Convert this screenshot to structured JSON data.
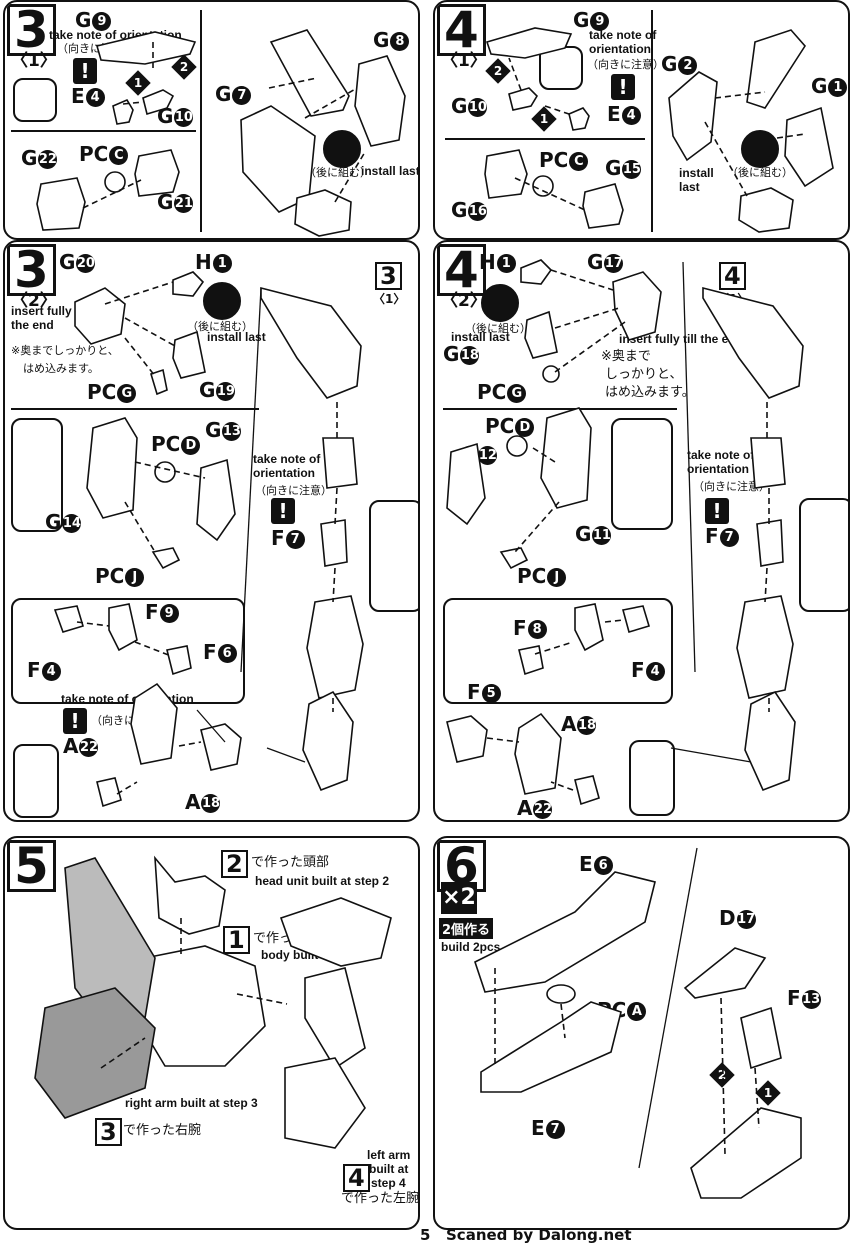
{
  "page": {
    "number": "5",
    "credit": "Scaned by Dalong.net"
  },
  "p1": {
    "step": "3",
    "sub": "〈1〉",
    "l_g9": "G",
    "n_g9": "9",
    "note_orient": "take note of orientation",
    "jp_orient": "（向きに注意）",
    "l_e4": "E",
    "n_e4": "4",
    "l_g10": "G",
    "n_g10": "10",
    "a1": "1",
    "a2": "2",
    "l_g8": "G",
    "n_g8": "8",
    "l_g7": "G",
    "n_g7": "7",
    "jp_last": "（後に組む）",
    "note_last": "install last",
    "l_g22": "G",
    "n_g22": "22",
    "l_pcc": "PC",
    "n_pcc": "C",
    "l_g21": "G",
    "n_g21": "21"
  },
  "p2": {
    "step": "4",
    "sub": "〈1〉",
    "l_g9": "G",
    "n_g9": "9",
    "note_orient": "take note of orientation",
    "jp_orient": "（向きに注意）",
    "l_e4": "E",
    "n_e4": "4",
    "l_g10": "G",
    "n_g10": "10",
    "a1": "1",
    "a2": "2",
    "l_g2": "G",
    "n_g2": "2",
    "l_g1": "G",
    "n_g1": "1",
    "note_last": "install last",
    "jp_last": "（後に組む）",
    "l_pcc": "PC",
    "n_pcc": "C",
    "l_g15": "G",
    "n_g15": "15",
    "l_g16": "G",
    "n_g16": "16"
  },
  "p3": {
    "step": "3",
    "sub": "〈2〉",
    "l_g20": "G",
    "n_g20": "20",
    "l_h1": "H",
    "n_h1": "1",
    "note_insert": "insert fully till the end",
    "jp_insert1": "※奥までしっかりと、",
    "jp_insert2": "はめ込みます。",
    "jp_last": "（後に組む）",
    "note_last": "install last",
    "l_pcg": "PC",
    "n_pcg": "G",
    "l_g19": "G",
    "n_g19": "19",
    "ref_step": "3",
    "ref_sub": "〈1〉",
    "l_pcd": "PC",
    "n_pcd": "D",
    "l_g13": "G",
    "n_g13": "13",
    "l_g14": "G",
    "n_g14": "14",
    "l_pcj": "PC",
    "n_pcj": "J",
    "note_orient": "take note of orientation",
    "jp_orient": "（向きに注意）",
    "l_f7": "F",
    "n_f7": "7",
    "l_f9": "F",
    "n_f9": "9",
    "l_f4": "F",
    "n_f4": "4",
    "l_f6": "F",
    "n_f6": "6",
    "note_orient2": "take note of orientation",
    "jp_orient2": "（向きに注意）",
    "l_a22": "A",
    "n_a22": "22",
    "l_a18": "A",
    "n_a18": "18"
  },
  "p4": {
    "step": "4",
    "sub": "〈2〉",
    "l_h1": "H",
    "n_h1": "1",
    "l_g17": "G",
    "n_g17": "17",
    "jp_last": "（後に組む）",
    "note_last": "install last",
    "l_g18": "G",
    "n_g18": "18",
    "note_insert": "insert fully till the end",
    "jp_insert1": "※奥まで",
    "jp_insert2": "しっかりと、",
    "jp_insert3": "はめ込みます。",
    "l_pcg": "PC",
    "n_pcg": "G",
    "ref_step": "4",
    "ref_sub": "〈1〉",
    "l_pcd": "PC",
    "n_pcd": "D",
    "l_g12": "G",
    "n_g12": "12",
    "l_g11": "G",
    "n_g11": "11",
    "l_pcj": "PC",
    "n_pcj": "J",
    "note_orient": "take note of orientation",
    "jp_orient": "（向きに注意）",
    "l_f7": "F",
    "n_f7": "7",
    "l_f8": "F",
    "n_f8": "8",
    "l_f4": "F",
    "n_f4": "4",
    "l_f5": "F",
    "n_f5": "5",
    "l_a18": "A",
    "n_a18": "18",
    "l_a22": "A",
    "n_a22": "22"
  },
  "p5": {
    "step": "5",
    "ref2": "2",
    "jp_head": "で作った頭部",
    "note_head": "head unit built at step 2",
    "ref1": "1",
    "jp_body": "で作ったボディ",
    "note_body": "body built at step 1",
    "note_rarm": "right arm built at step 3",
    "ref3": "3",
    "jp_rarm": "で作った右腕",
    "note_larm1": "left arm",
    "note_larm2": "built at",
    "note_larm3": "step 4",
    "ref4": "4",
    "jp_larm": "で作った左腕"
  },
  "p6": {
    "step": "6",
    "x2": "×2",
    "jp_build": "2個作る",
    "note_build": "build 2pcs",
    "l_e6": "E",
    "n_e6": "6",
    "l_pca": "PC",
    "n_pca": "A",
    "l_e7": "E",
    "n_e7": "7",
    "l_d17": "D",
    "n_d17": "17",
    "l_f13": "F",
    "n_f13": "13",
    "a1": "1",
    "a2": "2"
  }
}
